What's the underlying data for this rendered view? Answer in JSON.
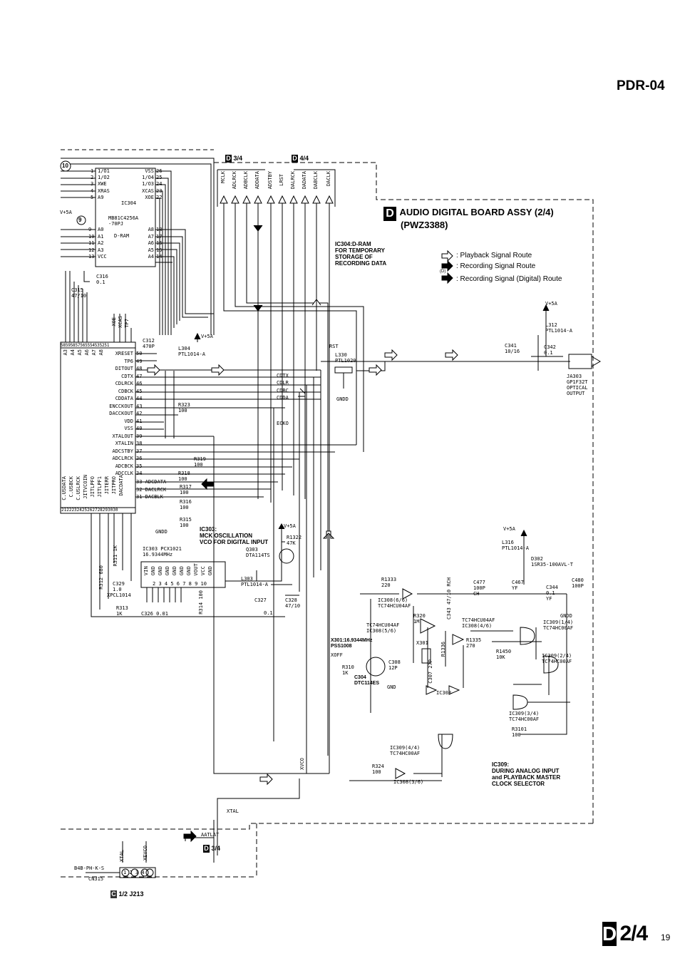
{
  "header": {
    "model": "PDR-04"
  },
  "board": {
    "letter": "D",
    "title": "AUDIO DIGITAL BOARD ASSY (2/4)",
    "part": "(PWZ3388)"
  },
  "legend": [
    {
      "text": ": Playback Signal Route"
    },
    {
      "text": ": Recording Signal Route"
    },
    {
      "text": ": Recording Signal (Digital) Route",
      "superscript": "(D)"
    }
  ],
  "notes": {
    "ic304": [
      "IC304:D-RAM",
      "FOR TEMPORARY",
      "STORAGE OF",
      "RECORDING DATA"
    ],
    "ic303": [
      "IC303:",
      "MCK OSCILLATION",
      "VCO FOR DIGITAL INPUT"
    ],
    "ic309": [
      "IC309:",
      "DURING ANALOG INPUT",
      "and PLAYBACK MASTER",
      "CLOCK SELECTOR"
    ],
    "x301": [
      "X301:16.9344MHz",
      "PSS1008"
    ]
  },
  "refs": {
    "top_left": "3/4",
    "top_right": "4/4",
    "aatlat_ref": "3/4",
    "connector_ref": "1/2 J213"
  },
  "bus_signals_top": [
    "MCLK",
    "ADLRCK",
    "ADBCLK",
    "ADDATA",
    "ADSTBY",
    "LRST",
    "DALRCK",
    "DADATA",
    "DABCLK",
    "DACLK"
  ],
  "ic304": {
    "name": "IC304",
    "part": [
      "MB81C4256A",
      "-70PJ"
    ],
    "type": "D-RAM",
    "left_pins": [
      "1/O1",
      "1/O2",
      "XWE",
      "XRAS",
      "A9",
      "A0",
      "A1",
      "A2",
      "A3",
      "VCC"
    ],
    "left_nums": [
      "1",
      "2",
      "3",
      "4",
      "5",
      "9",
      "10",
      "11",
      "12",
      "13"
    ],
    "right_pins": [
      "VSS",
      "1/O4",
      "1/O3",
      "XCAS",
      "XOE",
      "A8",
      "A7",
      "A6",
      "A5",
      "A4"
    ],
    "right_nums": [
      "26",
      "25",
      "24",
      "23",
      "22",
      "18",
      "17",
      "16",
      "15",
      "14"
    ]
  },
  "main_ic": {
    "top_pins": [
      "XOE",
      "XCAS",
      "TP7"
    ],
    "bottom_labels": [
      "A3",
      "A4",
      "A5",
      "A6",
      "A7",
      "A8"
    ],
    "top_row_nums": "58595857565554535251",
    "pins": [
      {
        "n": "50",
        "name": "XRESET"
      },
      {
        "n": "49",
        "name": "TP6"
      },
      {
        "n": "48",
        "name": "DITOUT"
      },
      {
        "n": "47",
        "name": "CDTX"
      },
      {
        "n": "46",
        "name": "CDLRCK"
      },
      {
        "n": "45",
        "name": "CDBCK"
      },
      {
        "n": "44",
        "name": "CDDATA"
      },
      {
        "n": "43",
        "name": "ENCCKOUT"
      },
      {
        "n": "42",
        "name": "DACCKOUT"
      },
      {
        "n": "41",
        "name": "VDD"
      },
      {
        "n": "40",
        "name": "VSS"
      },
      {
        "n": "39",
        "name": "XTALOUT"
      },
      {
        "n": "38",
        "name": "XTALIN"
      },
      {
        "n": "37",
        "name": "ADCSTBY"
      },
      {
        "n": "36",
        "name": "ADCLRCK"
      },
      {
        "n": "35",
        "name": "ADCBCK"
      },
      {
        "n": "34",
        "name": "ADCCLK"
      },
      {
        "n": "33",
        "name": "ADCDATA"
      },
      {
        "n": "32",
        "name": "DACLRCK"
      },
      {
        "n": "31",
        "name": "DACBLK"
      }
    ],
    "bottom_pins": [
      "C.USDATA",
      "C.USBCK",
      "C.USLRCK",
      "JITVCOIN",
      "JITLPFO",
      "JITLPF1",
      "JITERR",
      "JITPRO",
      "DACDATA"
    ],
    "bottom_nums": "2122232425262728293030"
  },
  "side_signals": [
    "CDTX",
    "CDLR",
    "CDBC",
    "CDDA",
    "ECKO",
    "RST"
  ],
  "components": {
    "c312": [
      "C312",
      "470P"
    ],
    "l304": [
      "L304",
      "PTL1014-A"
    ],
    "c316": [
      "C316",
      "0.1"
    ],
    "c315": [
      "C315",
      "47/10"
    ],
    "r323": [
      "R323",
      "100"
    ],
    "r319": [
      "R319",
      "100"
    ],
    "r318": [
      "R318",
      "100"
    ],
    "r317": [
      "R317",
      "100"
    ],
    "r316": [
      "R316",
      "100"
    ],
    "r315": [
      "R315",
      "100"
    ],
    "l330": [
      "L330",
      "PTL1020"
    ],
    "l312": [
      "L312",
      "PTL1014-A"
    ],
    "c341": [
      "C341",
      "10/16"
    ],
    "c342": [
      "C342",
      "0.1"
    ],
    "ja303": [
      "JA303",
      "GP1F32T",
      "OPTICAL",
      "OUTPUT"
    ],
    "ic303": [
      "IC303 PCX1021",
      "16.9344MHz"
    ],
    "ic303_pins": [
      "VIN",
      "GND",
      "GND",
      "GND",
      "GND",
      "GND",
      "GND",
      "VOUT",
      "VCC",
      "GND"
    ],
    "ic303_nums": [
      "1",
      "2",
      "3",
      "4",
      "5",
      "6",
      "7",
      "8",
      "9",
      "10"
    ],
    "r311": [
      "R311",
      "1K"
    ],
    "r312": [
      "R312",
      "680"
    ],
    "c329": [
      "C329",
      "1.0"
    ],
    "xpcl": "XPCL1014",
    "r313": [
      "R313",
      "1K"
    ],
    "c326": [
      "C326",
      "0.01"
    ],
    "r314": [
      "R314",
      "100"
    ],
    "r1322": [
      "R1322",
      "47K"
    ],
    "q303": [
      "Q303",
      "DTA114TS"
    ],
    "l303": [
      "L303",
      "PTL1014-A"
    ],
    "c327": "C327",
    "c328": [
      "C328",
      "47/10"
    ],
    "c328b": "0.1",
    "l316": [
      "L316",
      "PTL1014-A"
    ],
    "d302": [
      "D302",
      "1SR35-100AVL-T"
    ],
    "r1333": [
      "R1333",
      "220"
    ],
    "ic308a": [
      "IC308(6/6)",
      "TC74HCU04AF"
    ],
    "c343": [
      "C343",
      "47/10",
      "RCH"
    ],
    "c477": [
      "C477",
      "100P",
      "CH"
    ],
    "c467": [
      "C467",
      "YF"
    ],
    "c344": [
      "C344",
      "0.1",
      "YF"
    ],
    "c480": [
      "C480",
      "100P"
    ],
    "ic309a": [
      "IC309(1/4)",
      "TC74HC00AF"
    ],
    "r320": [
      "R320",
      "1M"
    ],
    "ic308b": [
      "TC74HCU04AF",
      "IC308(5/6)"
    ],
    "ic308c": [
      "TC74HCU04AF",
      "IC308(4/6)"
    ],
    "r1335": [
      "R1335",
      "270"
    ],
    "r1450": [
      "R1450",
      "10K"
    ],
    "x301": "X301",
    "r1336": "R1336",
    "xoff": "XOFF",
    "r310": [
      "R310",
      "1K"
    ],
    "c304": [
      "C304",
      "DTC114ES"
    ],
    "c308": [
      "C308",
      "12P"
    ],
    "c307": [
      "C307",
      "27P"
    ],
    "ic309b": [
      "IC309(2/4)",
      "TC74HC00AF"
    ],
    "ic308d": "IC308",
    "ic309c": [
      "IC309(3/4)",
      "TC74HC00AF"
    ],
    "r3101": [
      "R3101",
      "100"
    ],
    "ic309d": [
      "IC309(4/4)",
      "TC74HC00AF"
    ],
    "r324": [
      "R324",
      "100"
    ],
    "ic308e": "IC308(3/6)",
    "vcc": "V+5A",
    "gndd": "GNDD",
    "gnd": "GND"
  },
  "nets": {
    "xvco": "XVCO",
    "xtal": "XTAL",
    "aatlat": "AATLAT"
  },
  "connector": {
    "name": "CN315",
    "part": "B4B-PH-K-S",
    "pins": [
      "1",
      "2",
      "3",
      "4"
    ],
    "pin_labels": [
      "XTAL",
      "XEVCO"
    ]
  },
  "footer": {
    "page_ref": "2/4",
    "page_num": "19",
    "letter": "D"
  }
}
